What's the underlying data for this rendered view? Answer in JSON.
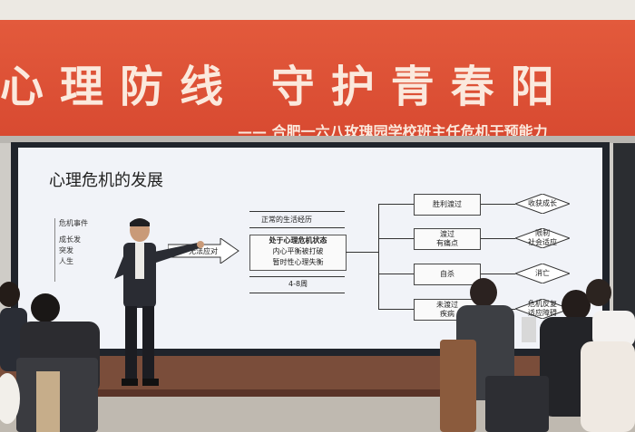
{
  "banner": {
    "main": "心理防线  守护青春阳",
    "subtitle": "—— 合肥一六八玫瑰园学校班主任危机干预能力"
  },
  "slide": {
    "title": "心理危机的发展",
    "left_lines": [
      "危机事件",
      "成长发",
      "突发",
      "人生"
    ],
    "arrow_label": "无法应对",
    "above_center": "正常的生活经历",
    "center_lines": [
      "处于心理危机状态",
      "内心平衡被打破",
      "暂时性心理失衡"
    ],
    "below_center": "4-8周",
    "outcomes": [
      {
        "label": "胜利渡过",
        "result": "收获成长"
      },
      {
        "label": "渡过\n有痛点",
        "result": "限制\n社会适应"
      },
      {
        "label": "自杀",
        "result": "消亡"
      },
      {
        "label": "未渡过\n疾病",
        "result": "危机反复\n适应障碍"
      }
    ]
  }
}
